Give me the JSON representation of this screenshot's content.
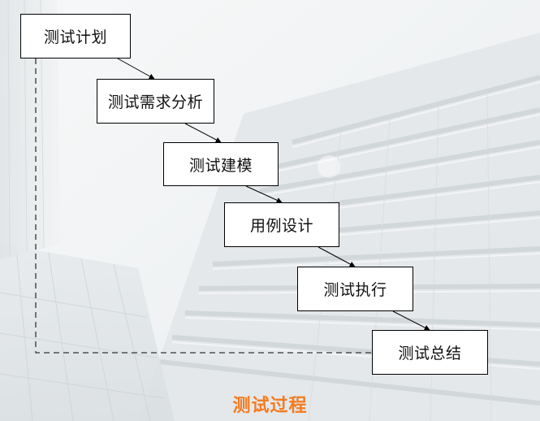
{
  "diagram": {
    "title": "测试过程",
    "steps": [
      {
        "label": "测试计划"
      },
      {
        "label": "测试需求分析"
      },
      {
        "label": "测试建模"
      },
      {
        "label": "用例设计"
      },
      {
        "label": "测试执行"
      },
      {
        "label": "测试总结"
      }
    ]
  },
  "colors": {
    "title": "#f47b20",
    "box_border": "#000000",
    "box_fill": "#ffffff",
    "arrow": "#000000",
    "feedback_line": "#333333"
  }
}
